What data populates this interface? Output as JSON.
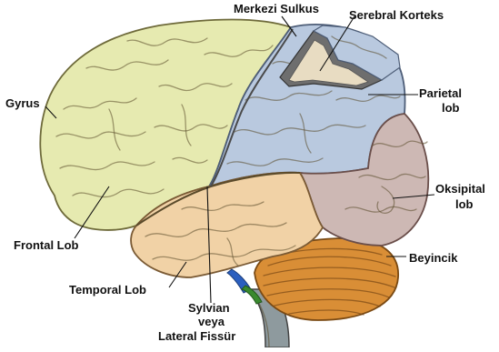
{
  "labels": {
    "merkezi_sulkus": "Merkezi Sulkus",
    "serebral_korteks": "Serebral Korteks",
    "gyrus": "Gyrus",
    "parietal_1": "Parietal",
    "parietal_2": "lob",
    "oksipital_1": "Oksipital",
    "oksipital_2": "lob",
    "frontal_lob": "Frontal Lob",
    "beyincik": "Beyincik",
    "temporal_lob": "Temporal Lob",
    "sylvian_1": "Sylvian",
    "sylvian_2": "veya",
    "sylvian_3": "Lateral Fissür"
  },
  "colors": {
    "frontal": "#e6eab0",
    "parietal": "#b9c9df",
    "occipital": "#cdb8b4",
    "temporal": "#f1d2a6",
    "cerebellum": "#d98e36",
    "brainstem": "#8e9a9e",
    "blue_vessel": "#2b5fbf",
    "green_vessel": "#3a8a2e",
    "cortex_slab_outer": "#6e6e6e",
    "cortex_slab_inner": "#e8dcc2"
  }
}
